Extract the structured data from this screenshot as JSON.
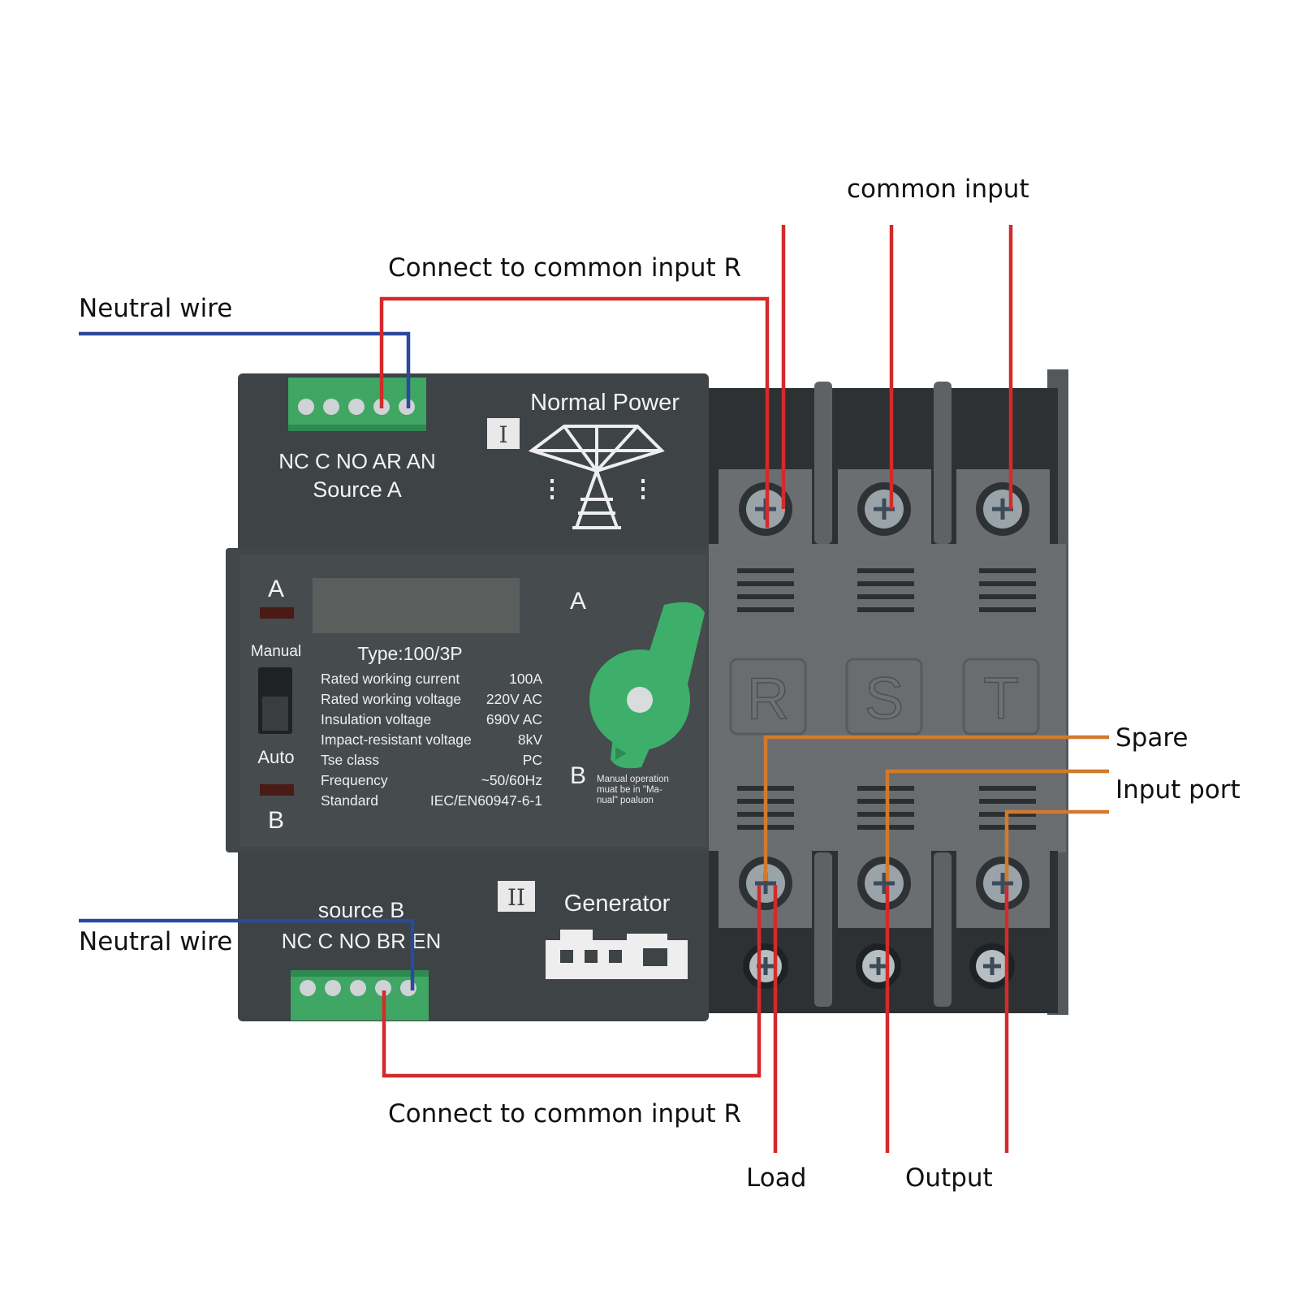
{
  "callouts": {
    "common_input": "common input",
    "connect_top": "Connect to common input R",
    "neutral_top": "Neutral wire",
    "neutral_bottom": "Neutral wire",
    "connect_bottom": "Connect to common input R",
    "spare": "Spare",
    "input_port": "Input port",
    "load": "Load",
    "output": "Output"
  },
  "device": {
    "source_a": {
      "terminals": "NC C NO AR AN",
      "label": "Source A",
      "roman": "I",
      "power_label": "Normal Power"
    },
    "source_b": {
      "label": "source B",
      "terminals": "NC C NO BR EN",
      "roman": "II",
      "power_label": "Generator"
    },
    "indicator_a": "A",
    "indicator_b": "B",
    "mode_manual": "Manual",
    "mode_auto": "Auto",
    "knob_a": "A",
    "knob_b": "B",
    "type": "Type:100/3P",
    "specs": [
      {
        "label": "Rated working current",
        "value": "100A"
      },
      {
        "label": "Rated working voltage",
        "value": "220V AC"
      },
      {
        "label": "Insulation voltage",
        "value": "690V AC"
      },
      {
        "label": "Impact-resistant voltage",
        "value": "8kV"
      },
      {
        "label": "Tse class",
        "value": "PC"
      },
      {
        "label": "Frequency",
        "value": "~50/60Hz"
      },
      {
        "label": "Standard",
        "value": "IEC/EN60947-6-1"
      }
    ],
    "manual_note": [
      "Manual operation",
      "muat be in \"Ma-",
      "nual\" poaluon"
    ],
    "phases": [
      "R",
      "S",
      "T"
    ]
  },
  "colors": {
    "wire_red": "#d42a2a",
    "wire_blue": "#2b4a9b",
    "wire_orange": "#d27a2c",
    "body_dark": "#3f4447",
    "body_gray": "#6a6d70",
    "terminal_green": "#3fa664",
    "knob_green": "#3daf6a"
  }
}
